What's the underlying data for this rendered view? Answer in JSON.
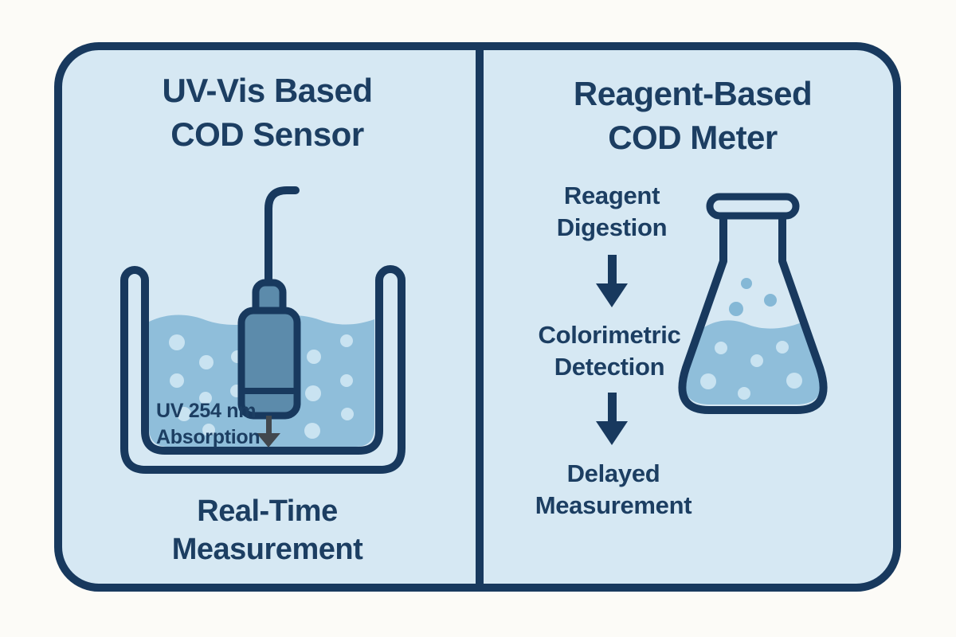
{
  "left_panel": {
    "title": "UV-Vis Based\nCOD Sensor",
    "annotation": "UV 254 nm\nAbsorption",
    "bottom_label": "Real-Time\nMeasurement",
    "icons": [
      "tank-icon",
      "probe-icon",
      "uv-absorption-arrow-icon"
    ]
  },
  "right_panel": {
    "title": "Reagent-Based\nCOD Meter",
    "steps": [
      "Reagent\nDigestion",
      "Colorimetric\nDetection",
      "Delayed\nMeasurement"
    ],
    "icons": [
      "flask-icon",
      "down-arrow-icon"
    ]
  },
  "colors": {
    "page-bg": "#FCFBF7",
    "panel-bg": "#D6E8F3",
    "navy": "#18395E",
    "text-navy": "#1C3E62",
    "water": "#8FBEDA",
    "bubble-light": "#C9E3F1",
    "bubble-medium": "#85B8D6",
    "probe-fill": "#5C8BAB",
    "arrow-gray": "#42484E"
  }
}
